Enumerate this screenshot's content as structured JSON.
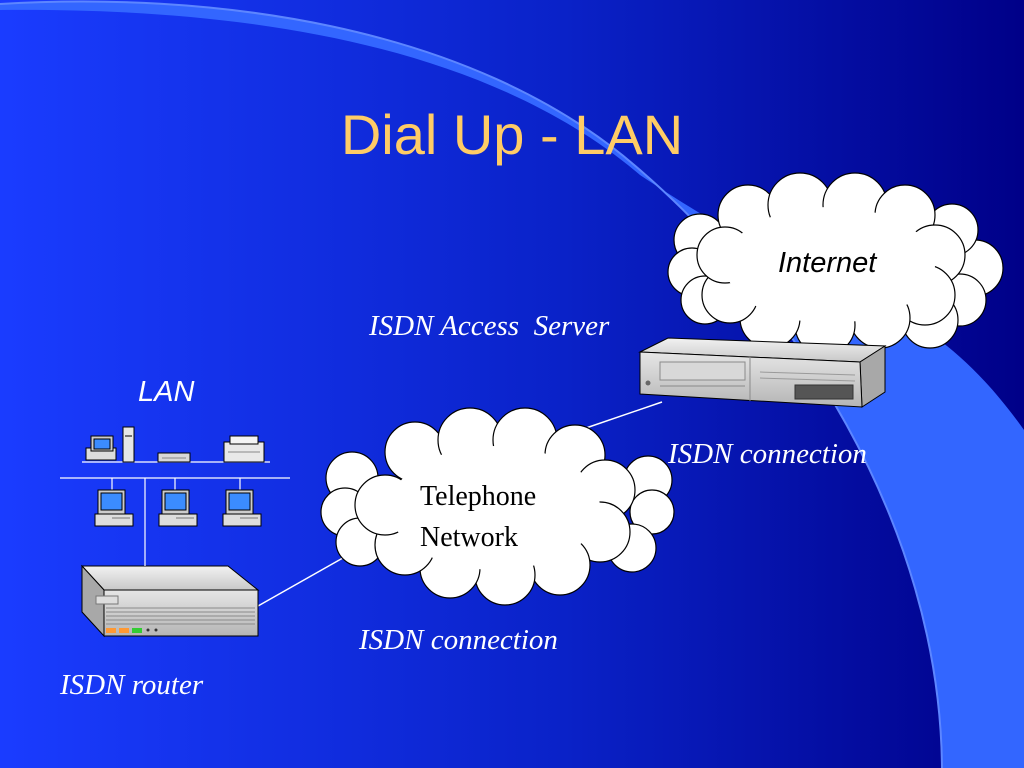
{
  "slide": {
    "title": "Dial Up - LAN",
    "colors": {
      "background_light": "#1a3cff",
      "background_dark": "#0000a0",
      "title": "#ffcc66",
      "swoosh": "#3366ff",
      "text": "#ffffff",
      "cloud_fill": "#ffffff"
    }
  },
  "diagram": {
    "internet_cloud": {
      "label": "Internet"
    },
    "telephone_cloud": {
      "label_line1": "Telephone",
      "label_line2": "Network"
    },
    "access_server": {
      "label": "ISDN Access  Server"
    },
    "server_connection": {
      "label": "ISDN connection"
    },
    "router_connection": {
      "label": "ISDN connection"
    },
    "router": {
      "label": "ISDN router"
    },
    "lan": {
      "label": "LAN"
    }
  }
}
